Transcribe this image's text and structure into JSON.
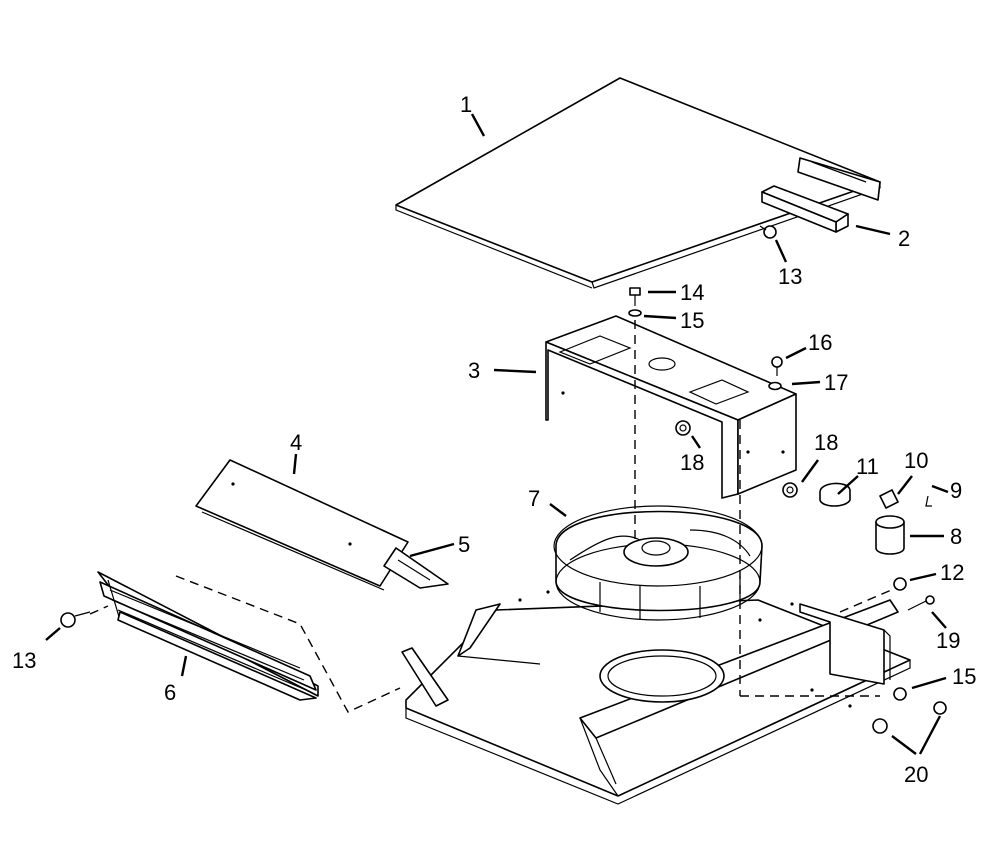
{
  "diagram": {
    "callouts": [
      {
        "id": "c1",
        "text": "1"
      },
      {
        "id": "c2",
        "text": "2"
      },
      {
        "id": "c13a",
        "text": "13"
      },
      {
        "id": "c14",
        "text": "14"
      },
      {
        "id": "c15a",
        "text": "15"
      },
      {
        "id": "c3",
        "text": "3"
      },
      {
        "id": "c16",
        "text": "16"
      },
      {
        "id": "c17",
        "text": "17"
      },
      {
        "id": "c4",
        "text": "4"
      },
      {
        "id": "c18a",
        "text": "18"
      },
      {
        "id": "c18b",
        "text": "18"
      },
      {
        "id": "c11",
        "text": "11"
      },
      {
        "id": "c10",
        "text": "10"
      },
      {
        "id": "c9",
        "text": "9"
      },
      {
        "id": "c7",
        "text": "7"
      },
      {
        "id": "c5",
        "text": "5"
      },
      {
        "id": "c8",
        "text": "8"
      },
      {
        "id": "c12",
        "text": "12"
      },
      {
        "id": "c19",
        "text": "19"
      },
      {
        "id": "c13b",
        "text": "13"
      },
      {
        "id": "c6",
        "text": "6"
      },
      {
        "id": "c15b",
        "text": "15"
      },
      {
        "id": "c20",
        "text": "20"
      }
    ]
  }
}
